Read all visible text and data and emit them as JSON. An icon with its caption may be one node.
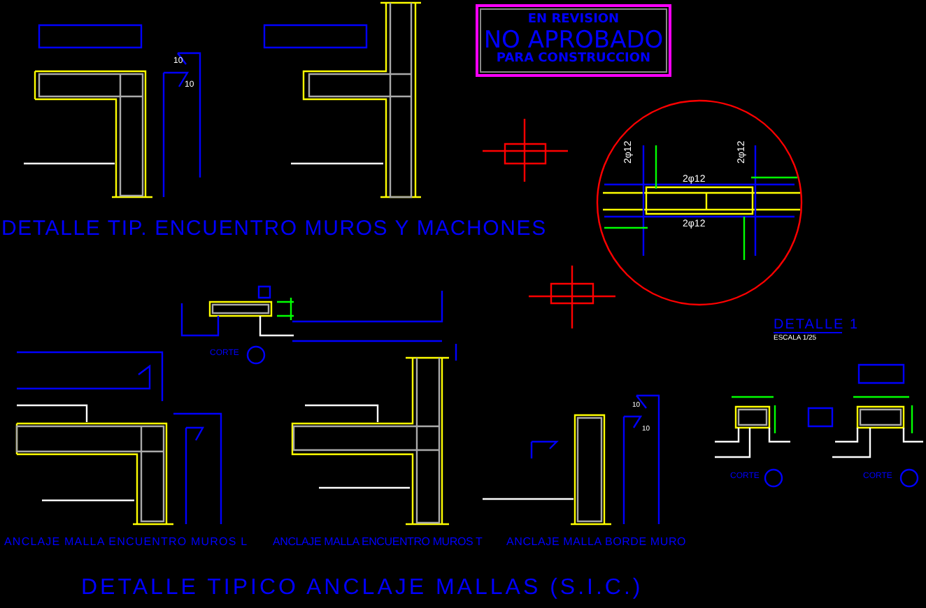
{
  "diagram": {
    "nodes": [
      {
        "text": [
          "EN REVISION",
          "NO APROBADO",
          "PARA CONSTRUCCION"
        ]
      }
    ],
    "labels": [
      "DETALLE TIP. ENCUENTRO MUROS Y MACHONES",
      "10",
      "10",
      "2φ12",
      "2φ12",
      "2φ12",
      "2φ12",
      "ANCLAJE MALLA ENCUENTRO MUROS L",
      "ANCLAJE MALLA ENCUENTRO MUROS T",
      "ANCLAJE MALLA BORDE MURO",
      "DETALLE TIPICO ANCLAJE MALLAS (S.I.C.)",
      "DETALLE 1",
      "ESCALA 1/25",
      "CORTE",
      "CORTE",
      "CORTE",
      "10",
      "10"
    ]
  }
}
